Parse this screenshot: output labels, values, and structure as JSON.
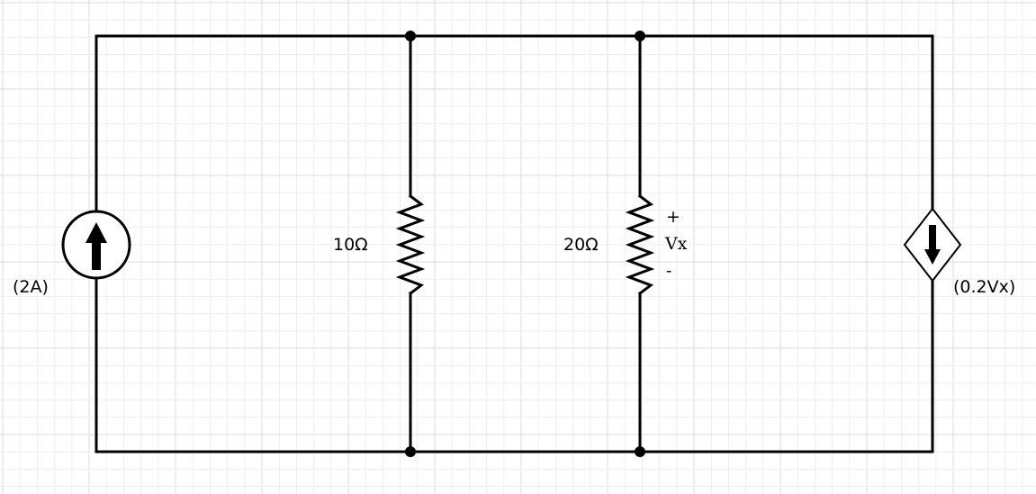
{
  "colors": {
    "wire": "#000000",
    "background": "#ffffff",
    "grid_minor": "#eeeeee",
    "grid_major": "#dcdcdc"
  },
  "grid": true,
  "components": {
    "current_source": {
      "label": "(2A)",
      "arrow_direction": "up",
      "icon": "independent-current-source-icon"
    },
    "resistor_1": {
      "label": "10Ω",
      "icon": "resistor-zigzag-icon"
    },
    "resistor_2": {
      "label": "20Ω",
      "icon": "resistor-zigzag-icon",
      "voltage": {
        "plus": "+",
        "name": "Vx",
        "minus": "-"
      }
    },
    "dependent_source": {
      "label": "(0.2Vx)",
      "arrow_direction": "down",
      "icon": "dependent-current-source-diamond-icon"
    }
  }
}
